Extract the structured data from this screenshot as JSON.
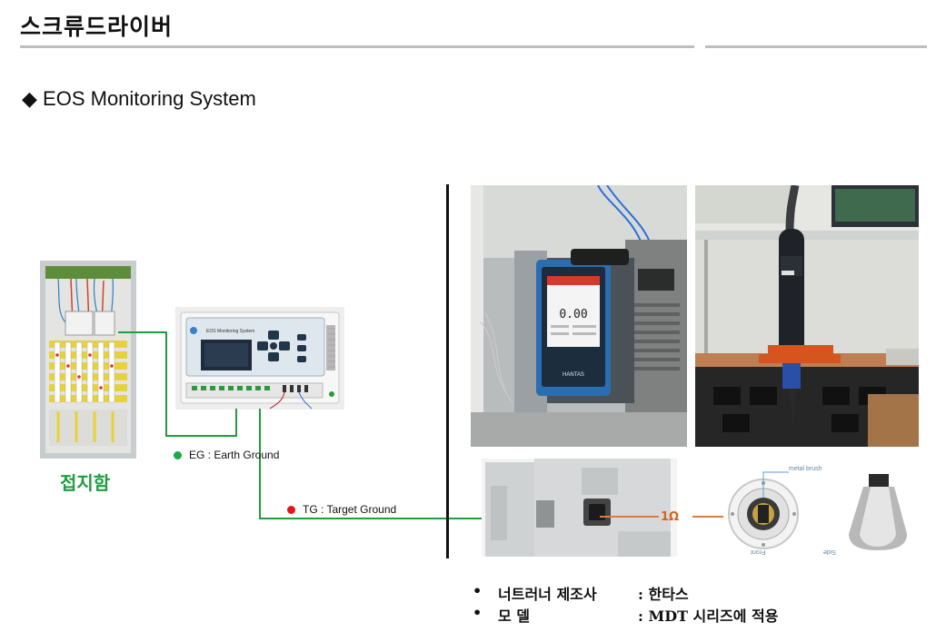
{
  "header": {
    "title": "스크류드라이버"
  },
  "section": {
    "bullet": "◆",
    "title": "EOS Monitoring System"
  },
  "diagram": {
    "ground_box_label": "접지함",
    "eg_label": "EG : Earth Ground",
    "tg_label": "TG : Target Ground",
    "eg_color": "#1aaa4a",
    "tg_color": "#e01818",
    "line_color": "#1e9e3e",
    "monitor_panel_text": "EOS Monitoring System",
    "monitor_screen_value": "0.00",
    "monitor_brand": "HANTAS"
  },
  "detail": {
    "resistance": "1Ω",
    "metal_brush": "metal brush",
    "front": "Front",
    "side": "Side"
  },
  "specs": [
    {
      "key": "너트러너 제조사",
      "value": ": 한타스"
    },
    {
      "key": "모 델",
      "value": ": MDT 시리즈에 적용"
    }
  ]
}
